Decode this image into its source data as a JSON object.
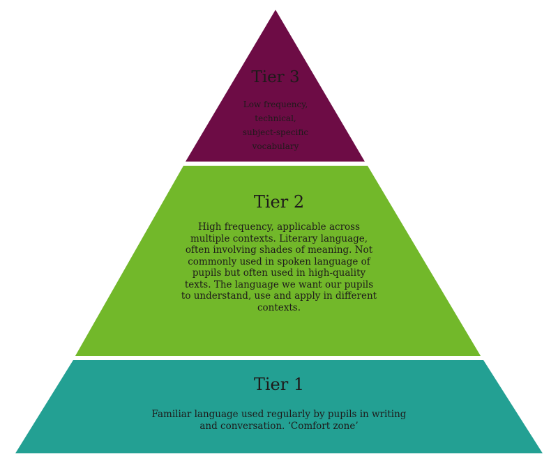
{
  "colors": {
    "tier3": "#6d0c45",
    "tier2": "#72b82a",
    "tier1": "#23a093",
    "text": "#1e1a1a"
  },
  "tiers": [
    {
      "title": "Tier 3",
      "lines": [
        "Low frequency,",
        "technical,",
        "subject-specific",
        "vocabulary"
      ]
    },
    {
      "title": "Tier 2",
      "lines": [
        "High frequency, applicable across",
        "multiple contexts.  Literary language,",
        "often involving shades of meaning.  Not",
        "commonly used in spoken language of",
        "pupils but often used in high-quality",
        "texts.  The language we want our pupils",
        "to understand, use and apply in different",
        "contexts."
      ]
    },
    {
      "title": "Tier 1",
      "lines": [
        "Familiar language used regularly by pupils in writing",
        "and conversation.  ‘Comfort zone’"
      ]
    }
  ]
}
